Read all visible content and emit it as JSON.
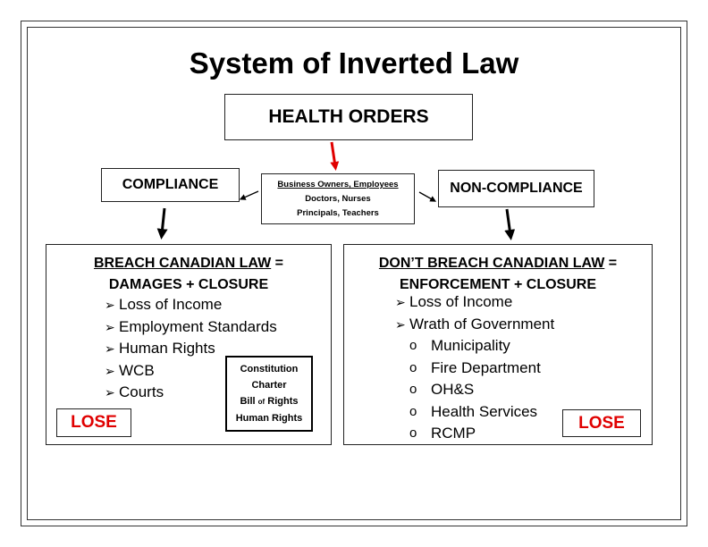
{
  "title": "System of Inverted Law",
  "top_box": "HEALTH ORDERS",
  "compliance_label": "COMPLIANCE",
  "noncompliance_label": "NON-COMPLIANCE",
  "affected": {
    "line1": "Business Owners, Employees",
    "line2": "Doctors, Nurses",
    "line3": "Principals, Teachers"
  },
  "left": {
    "heading_underlined": "BREACH CANADIAN LAW",
    "heading_rest": " =",
    "heading_line2": "DAMAGES + CLOSURE",
    "items": [
      "Loss of Income",
      "Employment Standards",
      "Human Rights",
      "WCB",
      "Courts"
    ],
    "lose": "LOSE",
    "charter": {
      "line1": "Constitution",
      "line2": "Charter",
      "line3_a": "Bill ",
      "line3_b": "of",
      "line3_c": " Rights",
      "line4": "Human Rights"
    }
  },
  "right": {
    "heading_underlined": "DON’T BREACH CANADIAN LAW",
    "heading_rest": " =",
    "heading_line2": "ENFORCEMENT + CLOSURE",
    "items": [
      "Loss of Income",
      "Wrath of Government"
    ],
    "subitems": [
      "Municipality",
      "Fire Department",
      "OH&S",
      "Health Services",
      "RCMP"
    ],
    "lose": "LOSE"
  },
  "colors": {
    "lose_text": "#e00000",
    "red_arrow": "#e00000"
  },
  "icons": {
    "bullet": "arrow-bullet-icon",
    "sub_bullet": "circle-bullet-icon"
  }
}
